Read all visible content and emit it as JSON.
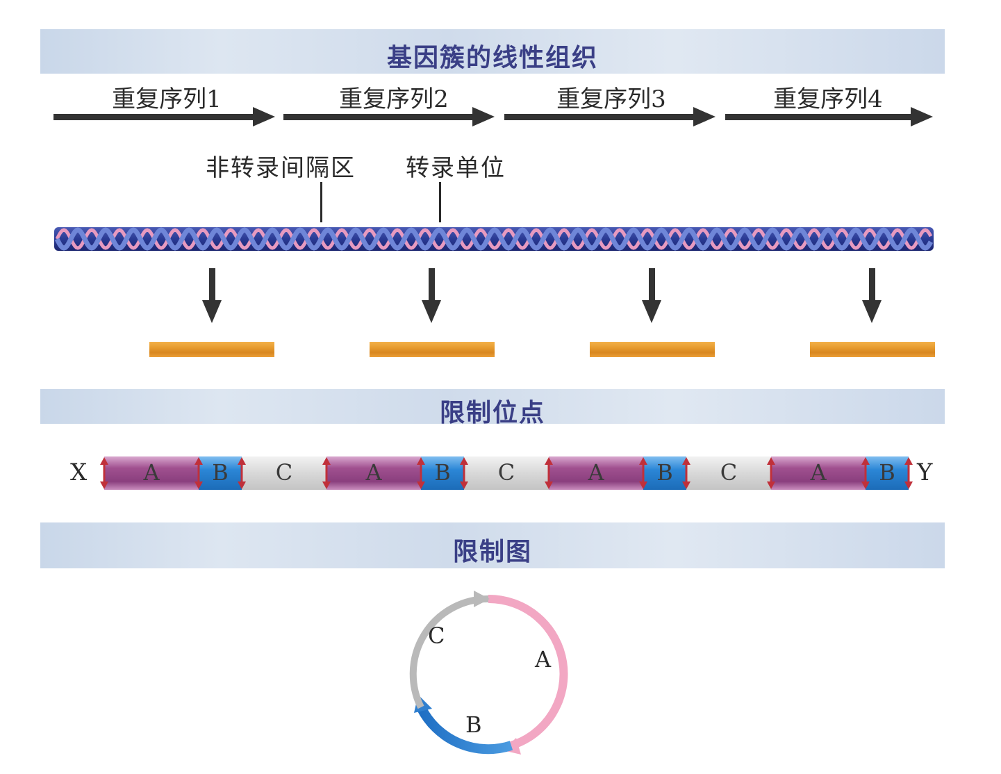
{
  "title_section": {
    "label": "基因簇的线性组织"
  },
  "repeats": [
    {
      "label": "重复序列1"
    },
    {
      "label": "重复序列2"
    },
    {
      "label": "重复序列3"
    },
    {
      "label": "重复序列4"
    }
  ],
  "annotations": {
    "spacer": "非转录间隔区",
    "transcription_unit": "转录单位"
  },
  "restriction_section": {
    "label": "限制位点"
  },
  "restriction_map": {
    "left_end": "X",
    "right_end": "Y",
    "segments": [
      "A",
      "B",
      "C",
      "A",
      "B",
      "C",
      "A",
      "B",
      "C",
      "A",
      "B"
    ]
  },
  "map_section": {
    "label": "限制图"
  },
  "circular_map": {
    "labels": {
      "a": "A",
      "b": "B",
      "c": "C"
    }
  },
  "colors": {
    "segment_a": "#a0508f",
    "segment_b": "#2b86d6",
    "segment_c": "#d8d8d8",
    "cut_mark": "#c0303a",
    "arc_a": "#f2a7c3",
    "arc_b": "#2f7fcf",
    "arc_c": "#b9b9b9",
    "dna_dark": "#22308a",
    "dna_pink": "#e79ac0",
    "rna": "#e69a2e",
    "arrow": "#333333",
    "band_text": "#3a3f86"
  }
}
